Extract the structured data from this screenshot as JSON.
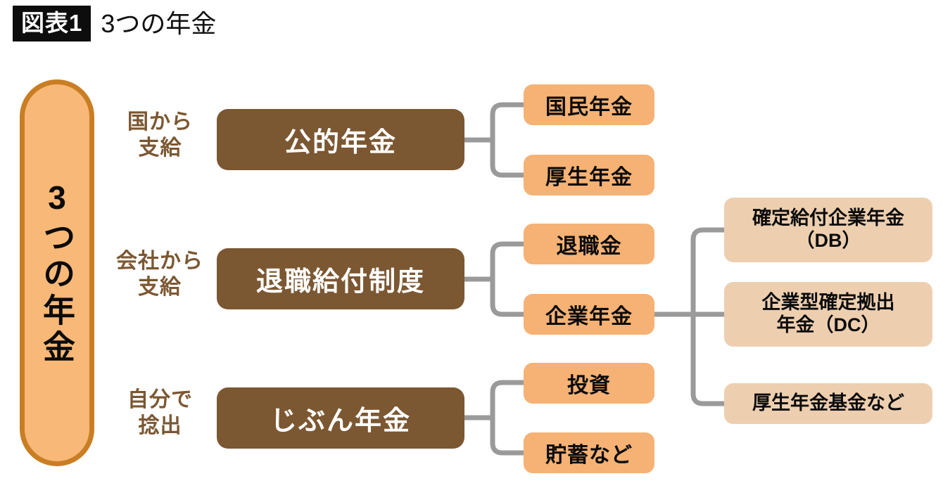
{
  "header": {
    "badge": "図表1",
    "title": "3つの年金"
  },
  "capsule": {
    "label": "3つの年金"
  },
  "colors": {
    "badge_bg": "#0D0D0D",
    "capsule_fill": "#F7B878",
    "capsule_border": "#C97E24",
    "brown_box": "#7B5732",
    "orange_box": "#F5B274",
    "tan_box": "#EDCFB0",
    "connector": "#9A9A9A",
    "label_text": "#7B5732"
  },
  "rows": [
    {
      "side_label": "国から\n支給",
      "main": "公的年金",
      "children": [
        "国民年金",
        "厚生年金"
      ]
    },
    {
      "side_label": "会社から\n支給",
      "main": "退職給付制度",
      "children": [
        "退職金",
        "企業年金"
      ]
    },
    {
      "side_label": "自分で\n捻出",
      "main": "じぶん年金",
      "children": [
        "投資",
        "貯蓄など"
      ]
    }
  ],
  "grandchildren": [
    "確定給付企業年金\n（DB）",
    "企業型確定拠出\n年金（DC）",
    "厚生年金基金など"
  ]
}
